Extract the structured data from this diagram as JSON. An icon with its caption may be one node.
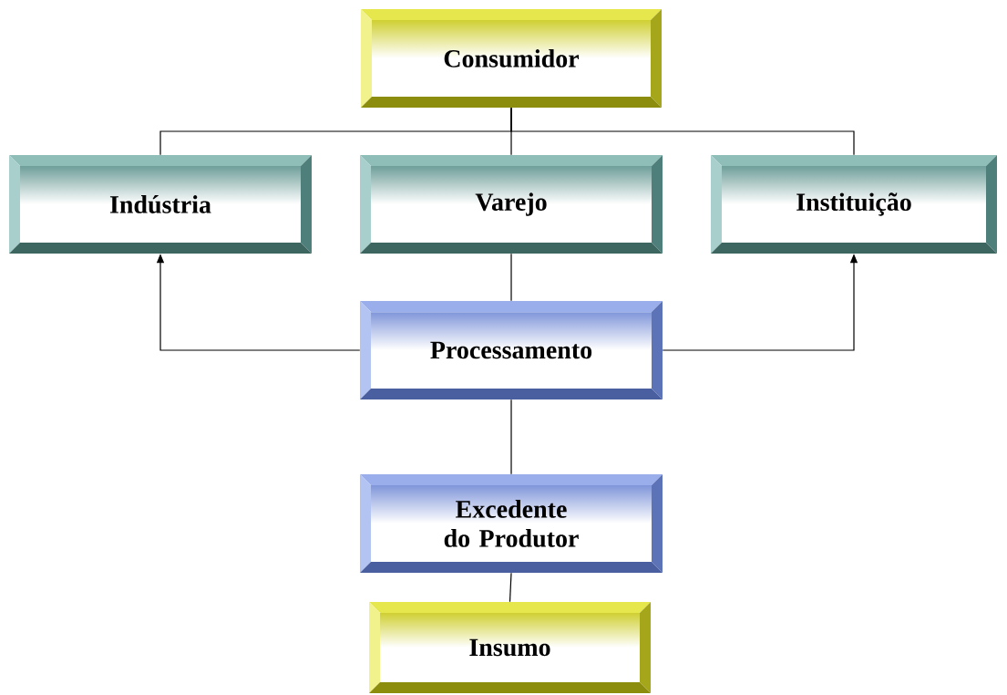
{
  "diagram": {
    "nodes": [
      {
        "text": [
          "Consumidor"
        ]
      },
      {
        "text": [
          "Indústria"
        ]
      },
      {
        "text": [
          "Varejo"
        ]
      },
      {
        "text": [
          "Instituição"
        ]
      },
      {
        "text": [
          "Processamento"
        ]
      },
      {
        "text": [
          "Excedente do Produtor"
        ]
      },
      {
        "text": [
          "Insumo"
        ]
      }
    ],
    "edges": [
      {
        "from": 0,
        "to": 1,
        "arrow": "none"
      },
      {
        "from": 0,
        "to": 2,
        "arrow": "none"
      },
      {
        "from": 0,
        "to": 3,
        "arrow": "none"
      },
      {
        "from": 2,
        "to": 4,
        "arrow": "none"
      },
      {
        "from": 4,
        "to": 1,
        "arrow": "to"
      },
      {
        "from": 4,
        "to": 3,
        "arrow": "to"
      },
      {
        "from": 4,
        "to": 5,
        "arrow": "none"
      },
      {
        "from": 5,
        "to": 6,
        "arrow": "none"
      }
    ]
  }
}
